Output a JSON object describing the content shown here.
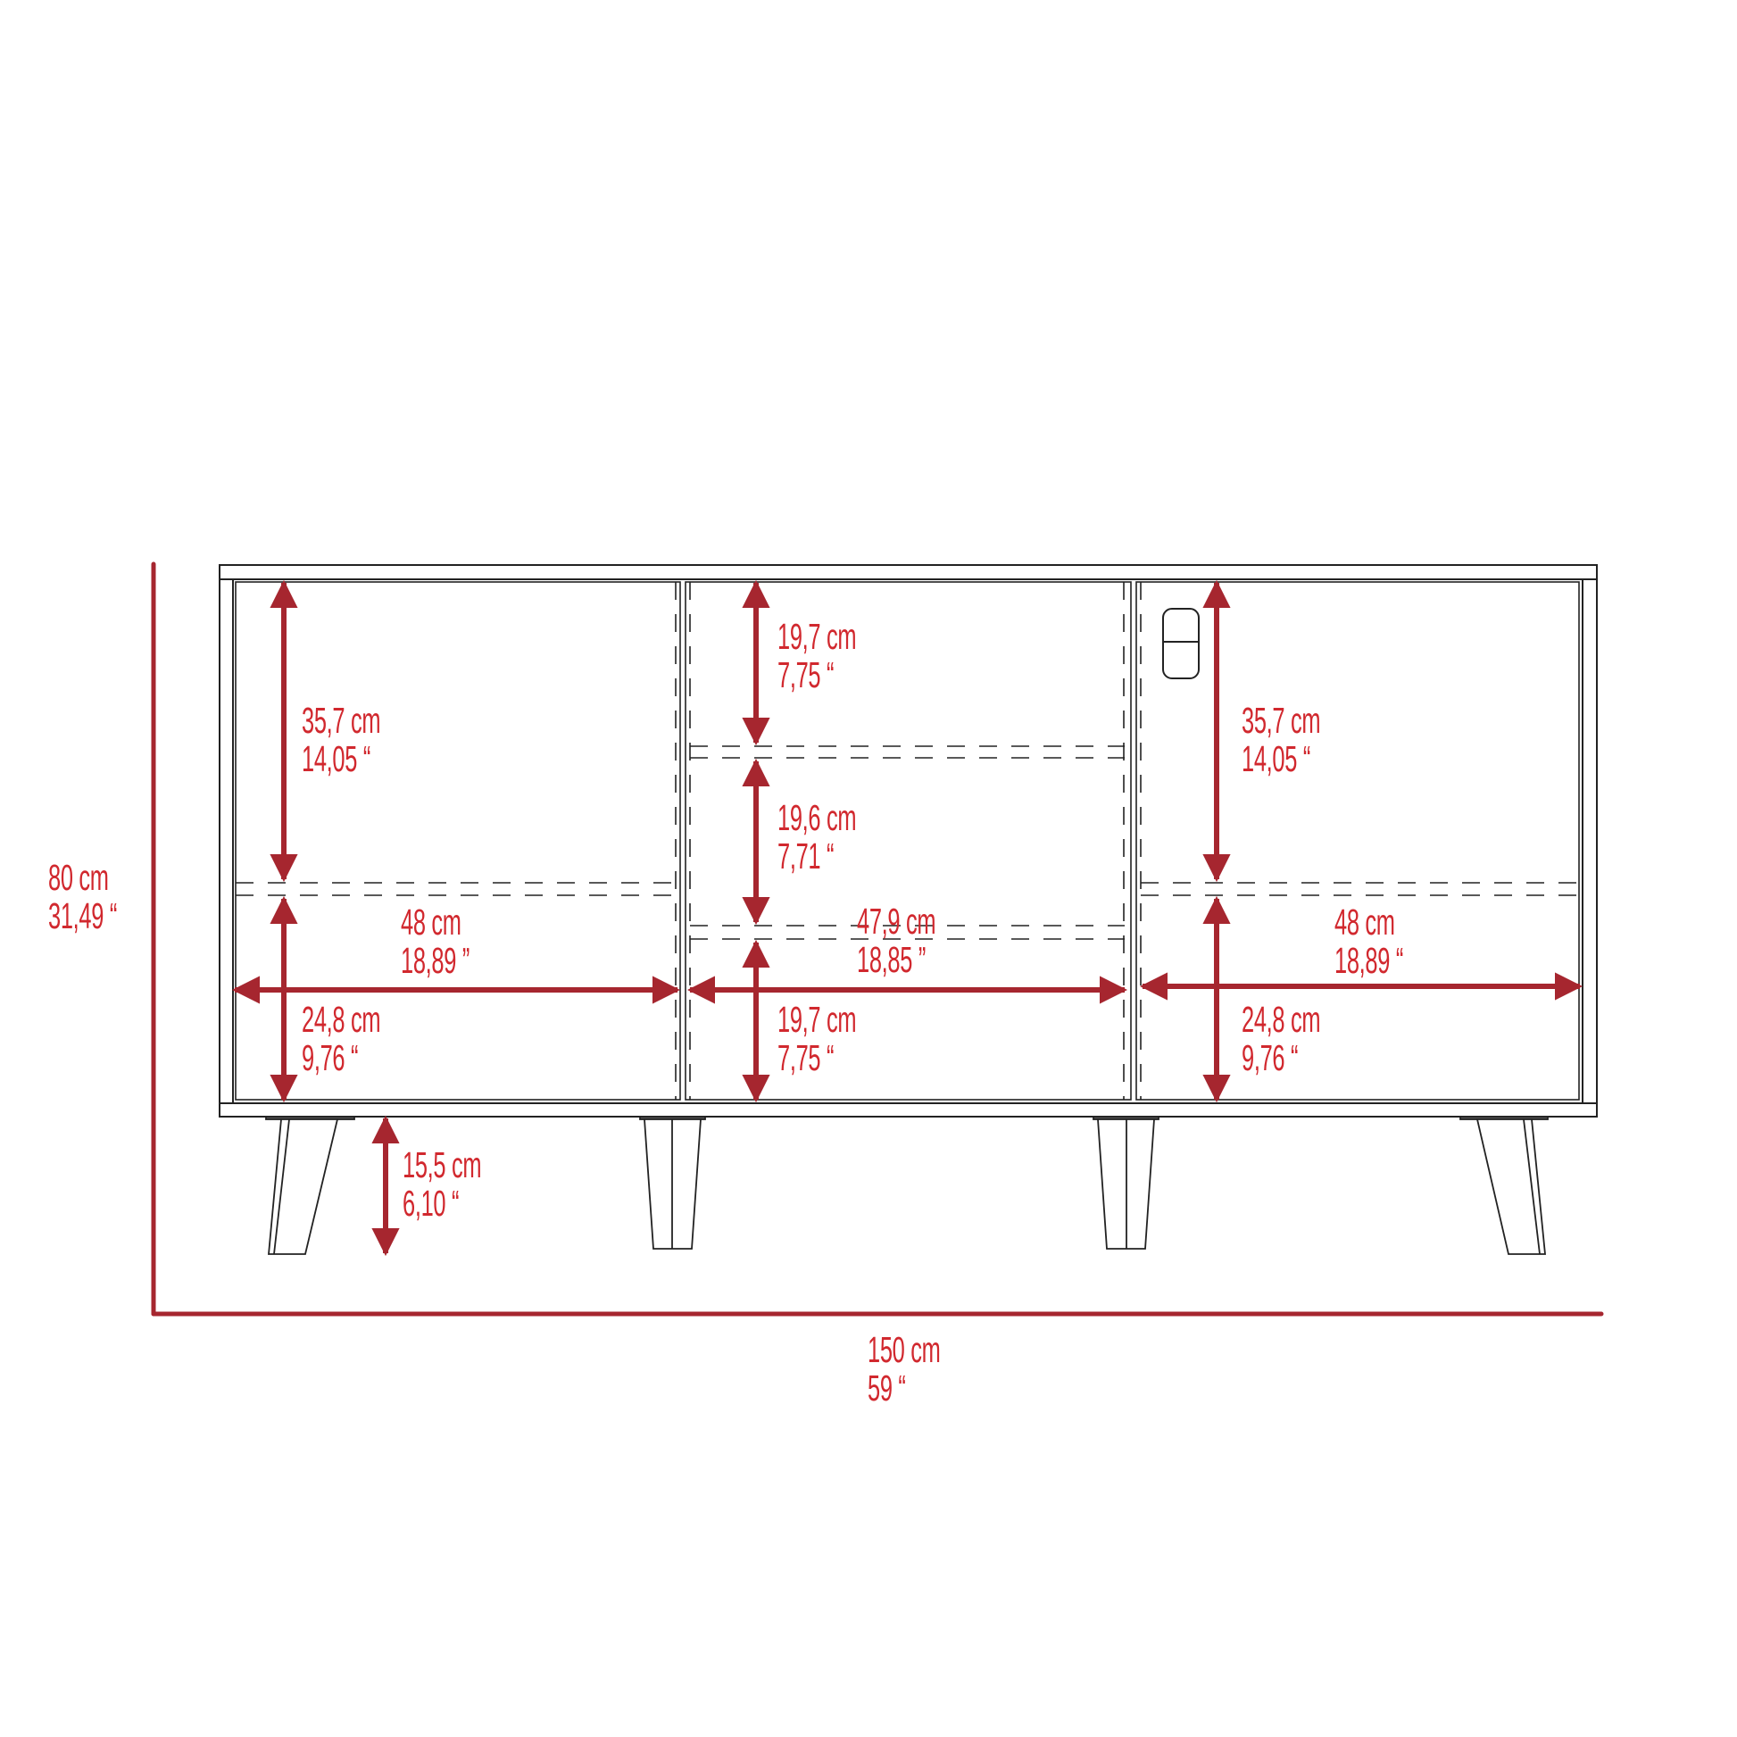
{
  "title": "Sideboard cabinet dimensions (front view)",
  "colors": {
    "dimension_line": "#a6262f",
    "dimension_text": "#d1282e",
    "outline": "#222222",
    "background": "#ffffff"
  },
  "overall": {
    "height": {
      "cm": "80 cm",
      "in": "31,49 “"
    },
    "width": {
      "cm": "150 cm",
      "in": "59 “"
    }
  },
  "left_compartment": {
    "upper_height": {
      "cm": "35,7 cm",
      "in": "14,05 “"
    },
    "lower_height": {
      "cm": "24,8 cm",
      "in": "9,76 “"
    },
    "width": {
      "cm": "48 cm",
      "in": "18,89 ”"
    }
  },
  "middle_compartment": {
    "top_height": {
      "cm": "19,7 cm",
      "in": "7,75 “"
    },
    "middle_height": {
      "cm": "19,6 cm",
      "in": "7,71 “"
    },
    "bottom_height": {
      "cm": "19,7 cm",
      "in": "7,75 “"
    },
    "width": {
      "cm": "47,9 cm",
      "in": "18,85 ”"
    }
  },
  "right_compartment": {
    "upper_height": {
      "cm": "35,7 cm",
      "in": "14,05 “"
    },
    "lower_height": {
      "cm": "24,8 cm",
      "in": "9,76 “"
    },
    "width": {
      "cm": "48 cm",
      "in": "18,89 “"
    }
  },
  "legs": {
    "height": {
      "cm": "15,5 cm",
      "in": "6,10 “"
    }
  }
}
